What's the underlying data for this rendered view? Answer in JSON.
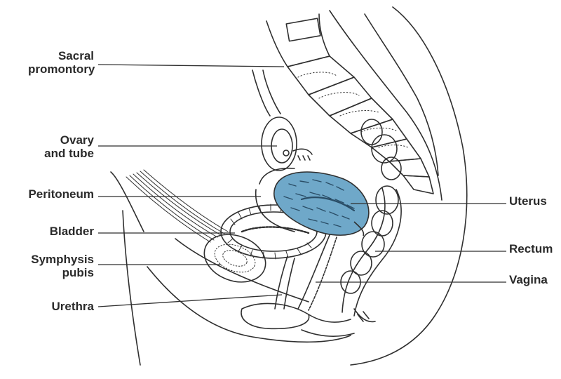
{
  "labels": {
    "sacral_promontory": [
      "Sacral",
      "promontory"
    ],
    "ovary_and_tube": [
      "Ovary",
      "and tube"
    ],
    "peritoneum": "Peritoneum",
    "bladder": "Bladder",
    "symphysis_pubis": [
      "Symphysis",
      "pubis"
    ],
    "urethra": "Urethra",
    "uterus": "Uterus",
    "rectum": "Rectum",
    "vagina": "Vagina"
  },
  "colors": {
    "uterus_highlight": "#6fa8c9",
    "line_art": "#2f2f2f",
    "label_text": "#2a2a2a"
  }
}
